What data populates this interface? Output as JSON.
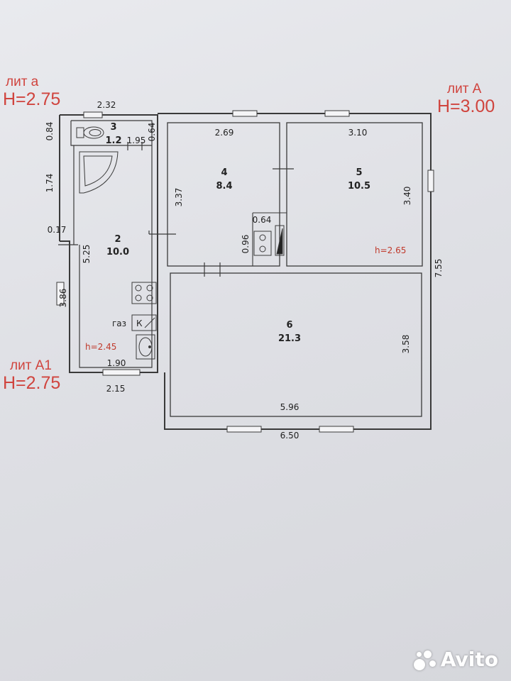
{
  "labels": {
    "lit_a": "лит а",
    "lit_a_height": "H=2.75",
    "lit_A": "лит А",
    "lit_A_height": "H=3.00",
    "lit_A1": "лит А1",
    "lit_A1_height": "H=2.75"
  },
  "rooms": [
    {
      "num": "3",
      "area": "1.2"
    },
    {
      "num": "2",
      "area": "10.0"
    },
    {
      "num": "4",
      "area": "8.4"
    },
    {
      "num": "5",
      "area": "10.5"
    },
    {
      "num": "6",
      "area": "21.3"
    }
  ],
  "heights": {
    "room2": "h=2.45",
    "room5": "h=2.65"
  },
  "fixtures": {
    "gas": "газ",
    "boiler": "К"
  },
  "dimensions": {
    "top_a": "2.32",
    "left_a": "0.84",
    "r3_width": "1.95",
    "r3_partition": "0.64",
    "left_1_74": "1.74",
    "left_0_17": "0.17",
    "r2_height": "5.25",
    "left_3_86": "3.86",
    "r2_bottom_inner": "1.90",
    "a1_bottom": "2.15",
    "r4_width": "2.69",
    "r4_height": "3.37",
    "niche_width": "0.64",
    "niche_height": "0.96",
    "r5_width": "3.10",
    "r5_height": "3.40",
    "total_height": "7.55",
    "r6_height": "3.58",
    "r6_width": "5.96",
    "total_width": "6.50"
  },
  "watermark": {
    "text": "Avito"
  },
  "colors": {
    "annotation": "#d0443e",
    "wall": "#3a3a3a",
    "paper": "#e6e7eb"
  }
}
